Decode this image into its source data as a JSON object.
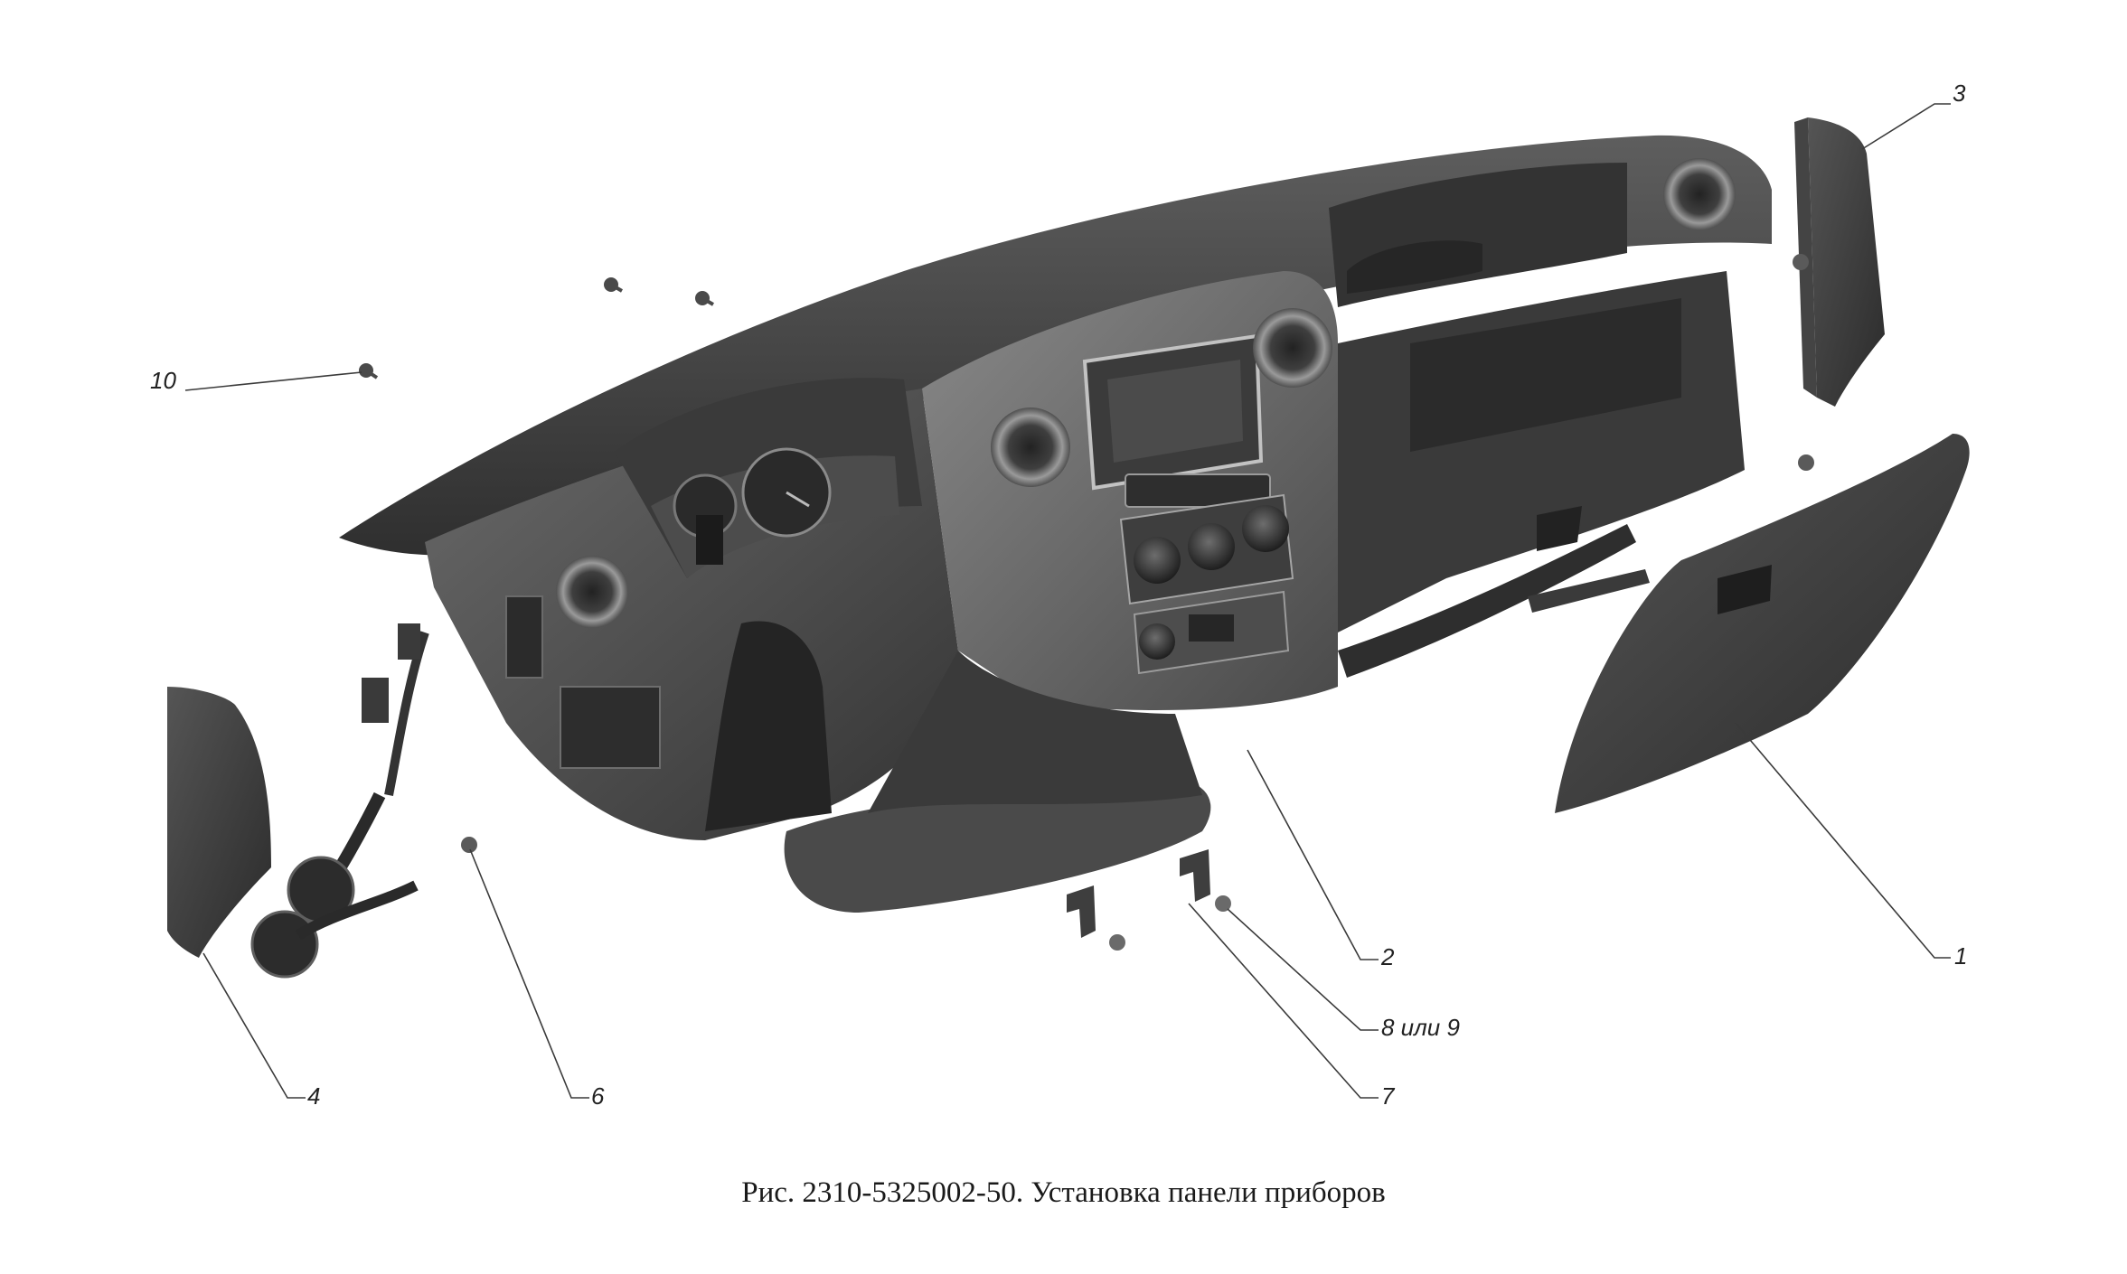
{
  "figure": {
    "caption": "Рис. 2310-5325002-50. Установка панели приборов"
  },
  "callouts": [
    {
      "id": "1",
      "label": "1"
    },
    {
      "id": "2",
      "label": "2"
    },
    {
      "id": "3",
      "label": "3"
    },
    {
      "id": "4",
      "label": "4"
    },
    {
      "id": "6",
      "label": "6"
    },
    {
      "id": "7",
      "label": "7"
    },
    {
      "id": "8",
      "label": "8 или 9"
    },
    {
      "id": "10",
      "label": "10"
    }
  ],
  "colors": {
    "part_dark": "#3c3c3c",
    "part_mid": "#5a5a5a",
    "part_light": "#8a8a8a",
    "background": "#ffffff"
  }
}
